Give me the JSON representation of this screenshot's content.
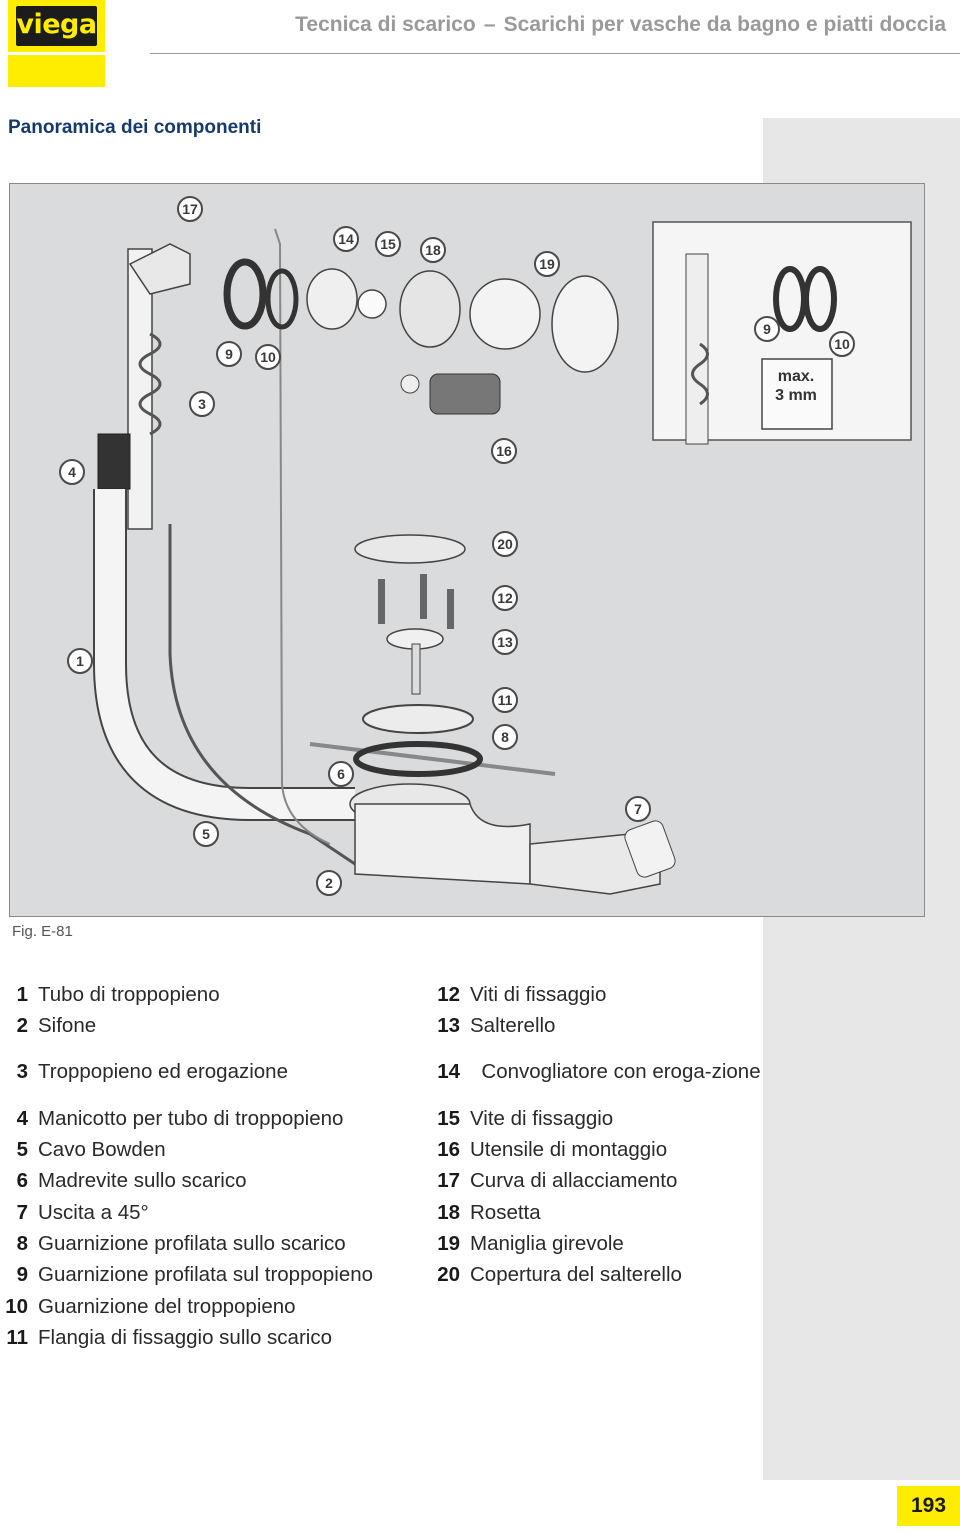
{
  "header": {
    "logo": "viega",
    "title_left": "Tecnica di scarico",
    "separator": "–",
    "title_right": "Scarichi per vasche da bagno e piatti doccia"
  },
  "section_title": "Panoramica dei componenti",
  "figure": {
    "caption": "Fig. E-81",
    "callouts": [
      "17",
      "14",
      "15",
      "18",
      "19",
      "9",
      "10",
      "3",
      "4",
      "16",
      "20",
      "12",
      "13",
      "1",
      "11",
      "8",
      "6",
      "7",
      "5",
      "2",
      "9",
      "10"
    ],
    "inset_label_line1": "max.",
    "inset_label_line2": "3 mm"
  },
  "legend": {
    "left": [
      {
        "num": "1",
        "label": "Tubo di troppopieno"
      },
      {
        "num": "2",
        "label": "Sifone"
      },
      {
        "num": "3",
        "label": "Troppopieno ed erogazione"
      },
      {
        "num": "4",
        "label": "Manicotto per tubo di troppopieno"
      },
      {
        "num": "5",
        "label": "Cavo Bowden"
      },
      {
        "num": "6",
        "label": "Madrevite sullo scarico"
      },
      {
        "num": "7",
        "label": "Uscita a 45°"
      },
      {
        "num": "8",
        "label": "Guarnizione profilata sullo scarico"
      },
      {
        "num": "9",
        "label": "Guarnizione profilata sul troppopieno"
      },
      {
        "num": "10",
        "label": "Guarnizione del troppopieno"
      },
      {
        "num": "11",
        "label": "Flangia di fissaggio sullo scarico"
      }
    ],
    "right": [
      {
        "num": "12",
        "label": "Viti di fissaggio"
      },
      {
        "num": "13",
        "label": "Salterello"
      },
      {
        "num": "14",
        "label": "Convogliatore con eroga-zione"
      },
      {
        "num": "15",
        "label": "Vite di fissaggio"
      },
      {
        "num": "16",
        "label": "Utensile di montaggio"
      },
      {
        "num": "17",
        "label": "Curva di allacciamento"
      },
      {
        "num": "18",
        "label": "Rosetta"
      },
      {
        "num": "19",
        "label": "Maniglia girevole"
      },
      {
        "num": "20",
        "label": "Copertura del salterello"
      }
    ]
  },
  "page_number": "193",
  "colors": {
    "brand_yellow": "#ffed00",
    "title_blue": "#163a6e",
    "figure_bg": "#d9dbdc"
  }
}
